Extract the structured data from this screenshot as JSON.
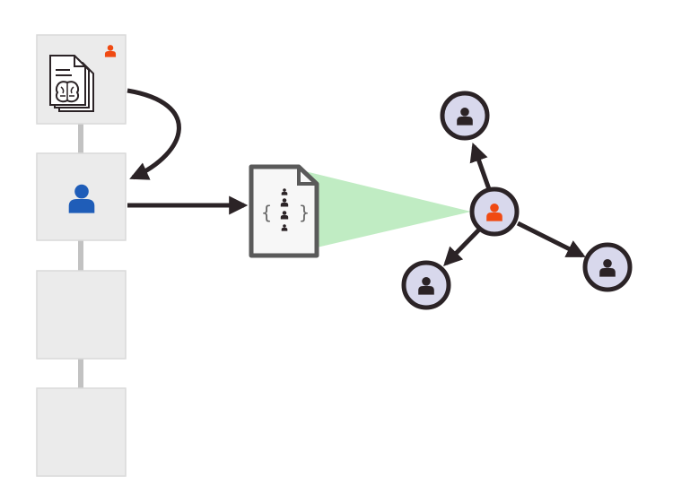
{
  "colors": {
    "background": "#ffffff",
    "box_fill": "#ebebeb",
    "box_stroke": "#d9d9d9",
    "connector": "#c2c2c2",
    "arrow": "#2b2326",
    "accent_orange": "#f04a12",
    "accent_blue": "#1f5db8",
    "doc_stroke": "#5a5a5a",
    "doc_fill": "#f7f7f7",
    "cone": "#b9eabd",
    "node_fill": "#d8d8ec",
    "node_ring": "#2b2326",
    "person_dark": "#2b2326"
  },
  "sequence_stack": {
    "boxes": [
      {
        "content": "brain-document-icon",
        "badge": "person-icon",
        "badge_color": "accent_orange"
      },
      {
        "content": "person-icon",
        "content_color": "accent_blue"
      },
      {
        "content": "empty"
      },
      {
        "content": "empty"
      }
    ]
  },
  "arrows": [
    {
      "from": "box-1",
      "to": "box-2",
      "shape": "curved"
    },
    {
      "from": "box-2",
      "to": "json-document",
      "shape": "straight"
    }
  ],
  "json_document": {
    "icon": "document-icon",
    "open_brace": "{",
    "close_brace": "}",
    "inner_icon": "person-icon"
  },
  "graph": {
    "center": {
      "icon": "person-icon",
      "color": "accent_orange"
    },
    "neighbors": [
      {
        "icon": "person-icon",
        "color": "person_dark"
      },
      {
        "icon": "person-icon",
        "color": "person_dark"
      },
      {
        "icon": "person-icon",
        "color": "person_dark"
      }
    ]
  }
}
